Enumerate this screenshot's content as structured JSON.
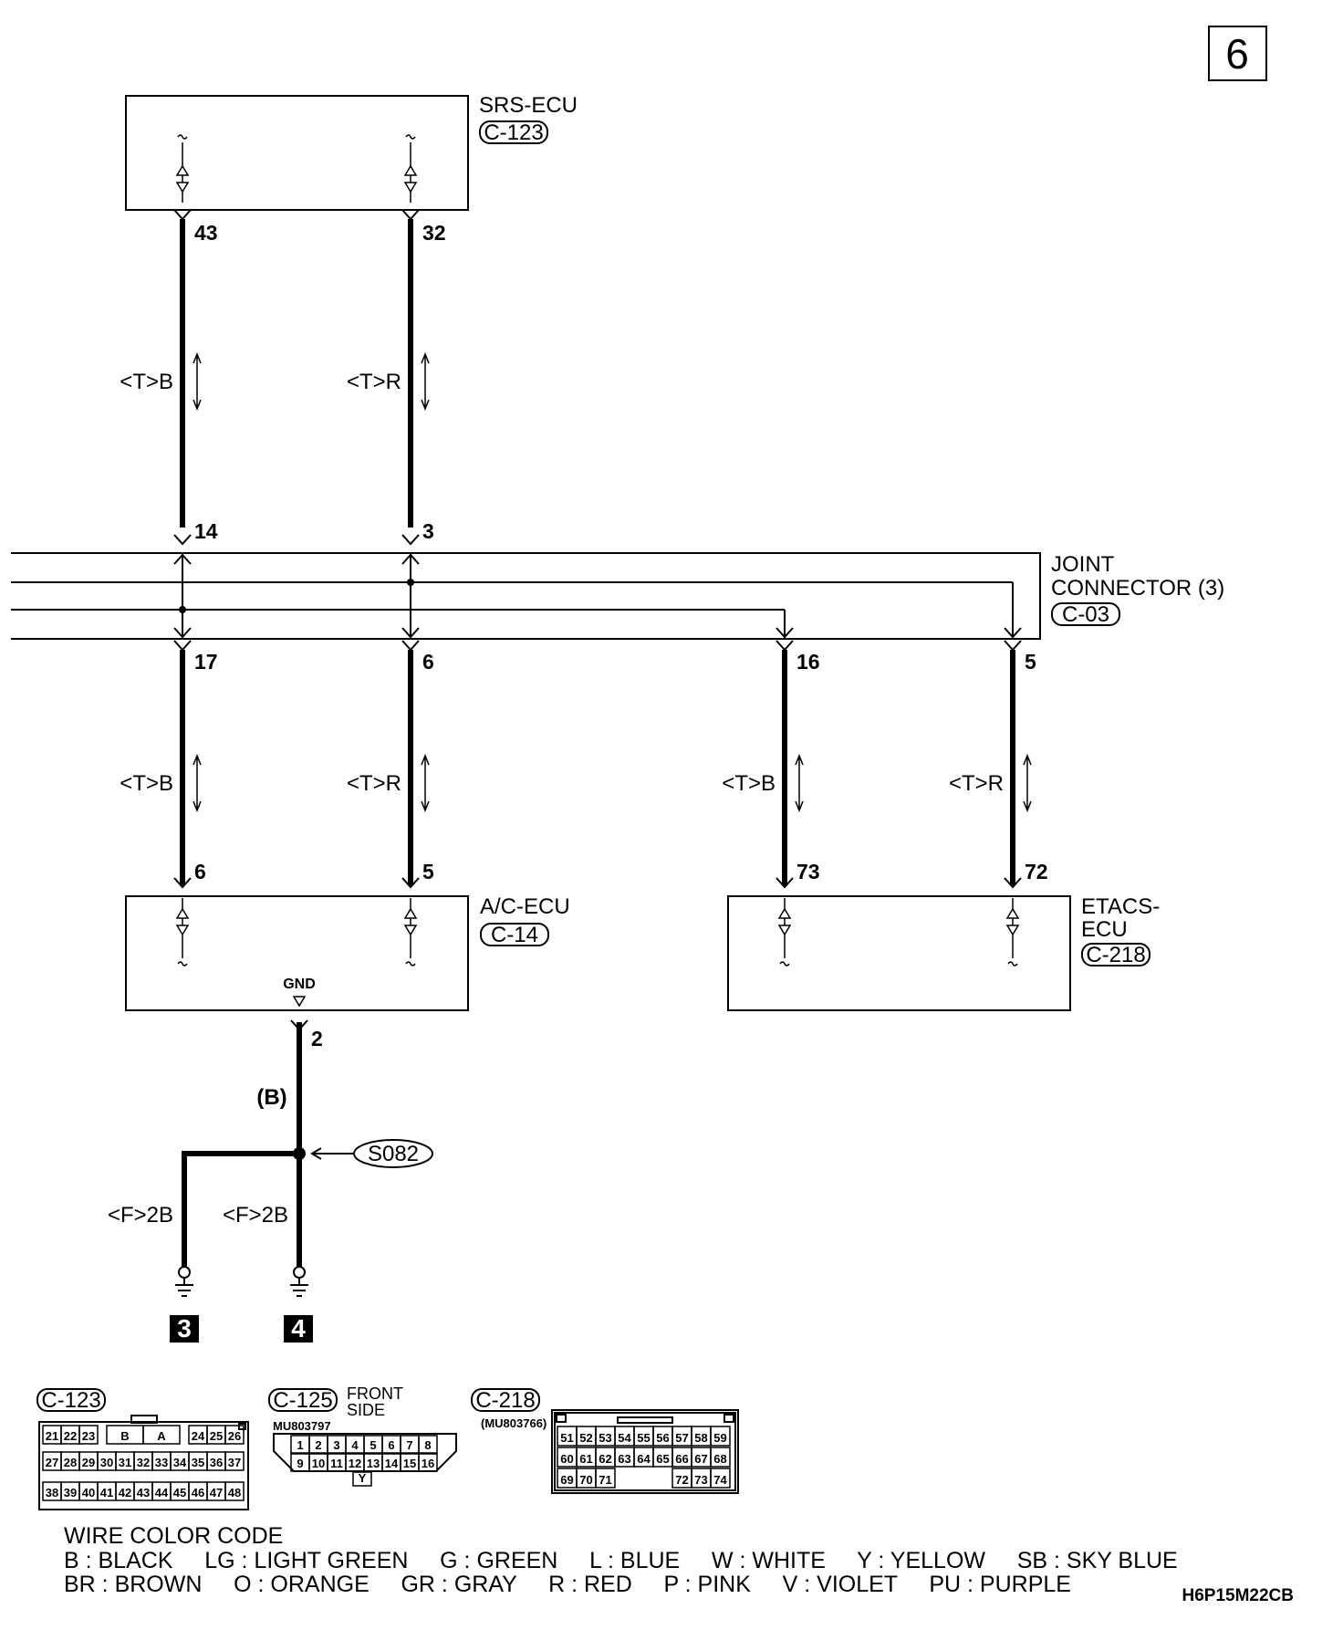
{
  "page_number": "6",
  "ecus": {
    "srs": {
      "name": "SRS-ECU",
      "connector": "C-123"
    },
    "ac": {
      "name": "A/C-ECU",
      "connector": "C-14",
      "gnd": "GND"
    },
    "etacs": {
      "name_line1": "ETACS-",
      "name_line2": "ECU",
      "connector": "C-218"
    },
    "joint": {
      "name_line1": "JOINT",
      "name_line2": "CONNECTOR (3)",
      "connector": "C-03"
    }
  },
  "pins": {
    "srs_left": "43",
    "srs_right": "32",
    "jc_top_left": "14",
    "jc_top_right": "3",
    "jc_bot_1": "17",
    "jc_bot_2": "6",
    "jc_bot_3": "16",
    "jc_bot_4": "5",
    "ac_left": "6",
    "ac_right": "5",
    "etacs_left": "73",
    "etacs_right": "72",
    "ac_gnd": "2"
  },
  "wire_labels": {
    "tb": "<T>B",
    "tr": "<T>R",
    "b": "(B)",
    "f2b": "<F>2B"
  },
  "splice": "S082",
  "grounds": [
    "3",
    "4"
  ],
  "connector_views": {
    "c123": {
      "label": "C-123",
      "row1_left": [
        "21",
        "22",
        "23"
      ],
      "row1_mid": [
        "B",
        "A"
      ],
      "row1_right": [
        "24",
        "25",
        "26"
      ],
      "row2": [
        "27",
        "28",
        "29",
        "30",
        "31",
        "32",
        "33",
        "34",
        "35",
        "36",
        "37"
      ],
      "row3": [
        "38",
        "39",
        "40",
        "41",
        "42",
        "43",
        "44",
        "45",
        "46",
        "47",
        "48"
      ]
    },
    "c125": {
      "label": "C-125",
      "side_line1": "FRONT",
      "side_line2": "SIDE",
      "part_no": "MU803797",
      "row1": [
        "1",
        "2",
        "3",
        "4",
        "5",
        "6",
        "7",
        "8"
      ],
      "row2": [
        "9",
        "10",
        "11",
        "12",
        "13",
        "14",
        "15",
        "16"
      ],
      "key": "Y"
    },
    "c218": {
      "label": "C-218",
      "part_no": "(MU803766)",
      "row1": [
        "51",
        "52",
        "53",
        "54",
        "55",
        "56",
        "57",
        "58",
        "59"
      ],
      "row2": [
        "60",
        "61",
        "62",
        "63",
        "64",
        "65",
        "66",
        "67",
        "68"
      ],
      "row3_left": [
        "69",
        "70",
        "71"
      ],
      "row3_right": [
        "72",
        "73",
        "74"
      ]
    }
  },
  "legend": {
    "title": "WIRE COLOR CODE",
    "line1": "B : BLACK     LG : LIGHT GREEN     G : GREEN     L : BLUE     W : WHITE     Y : YELLOW     SB : SKY BLUE",
    "line2": "BR : BROWN     O : ORANGE     GR : GRAY     R : RED     P : PINK     V : VIOLET     PU : PURPLE"
  },
  "diagram_code": "H6P15M22CB"
}
